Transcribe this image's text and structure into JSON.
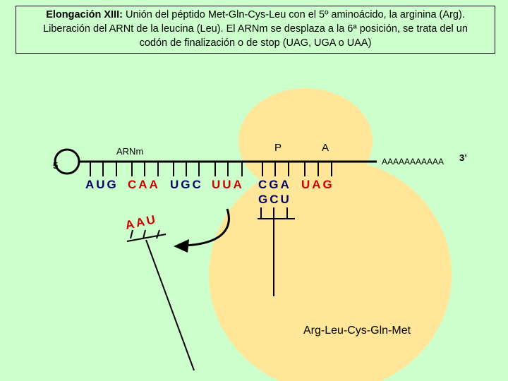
{
  "title": {
    "heading": "Elongación XIII:",
    "line1_rest": " Unión del péptido Met-Gln-Cys-Leu con el 5º aminoácido, la arginina (Arg).",
    "line2": "Liberación del ARNt de la leucina (Leu). El ARNm se desplaza a la 6ª posición, se trata del un",
    "line3": "codón de finalización o de stop (UAG, UGA o UAA)"
  },
  "labels": {
    "five_prime": "5",
    "three_prime": "3’",
    "mrna": "ARNm",
    "site_p": "P",
    "site_a": "A",
    "poly_a": "AAAAAAAAAAA",
    "peptide": "Arg-Leu-Cys-Gln-Met"
  },
  "codons": {
    "c1": "AUG",
    "c2": "CAA",
    "c3": "UGC",
    "c4": "UUA",
    "c5": "CGA",
    "c6": "UAG",
    "trna_anticodon": "GCU",
    "released_anticodon": "AAU"
  },
  "colors": {
    "background": "#ccffcc",
    "ribosome": "#ffe699",
    "navy": "#000066",
    "red": "#cc0000"
  }
}
